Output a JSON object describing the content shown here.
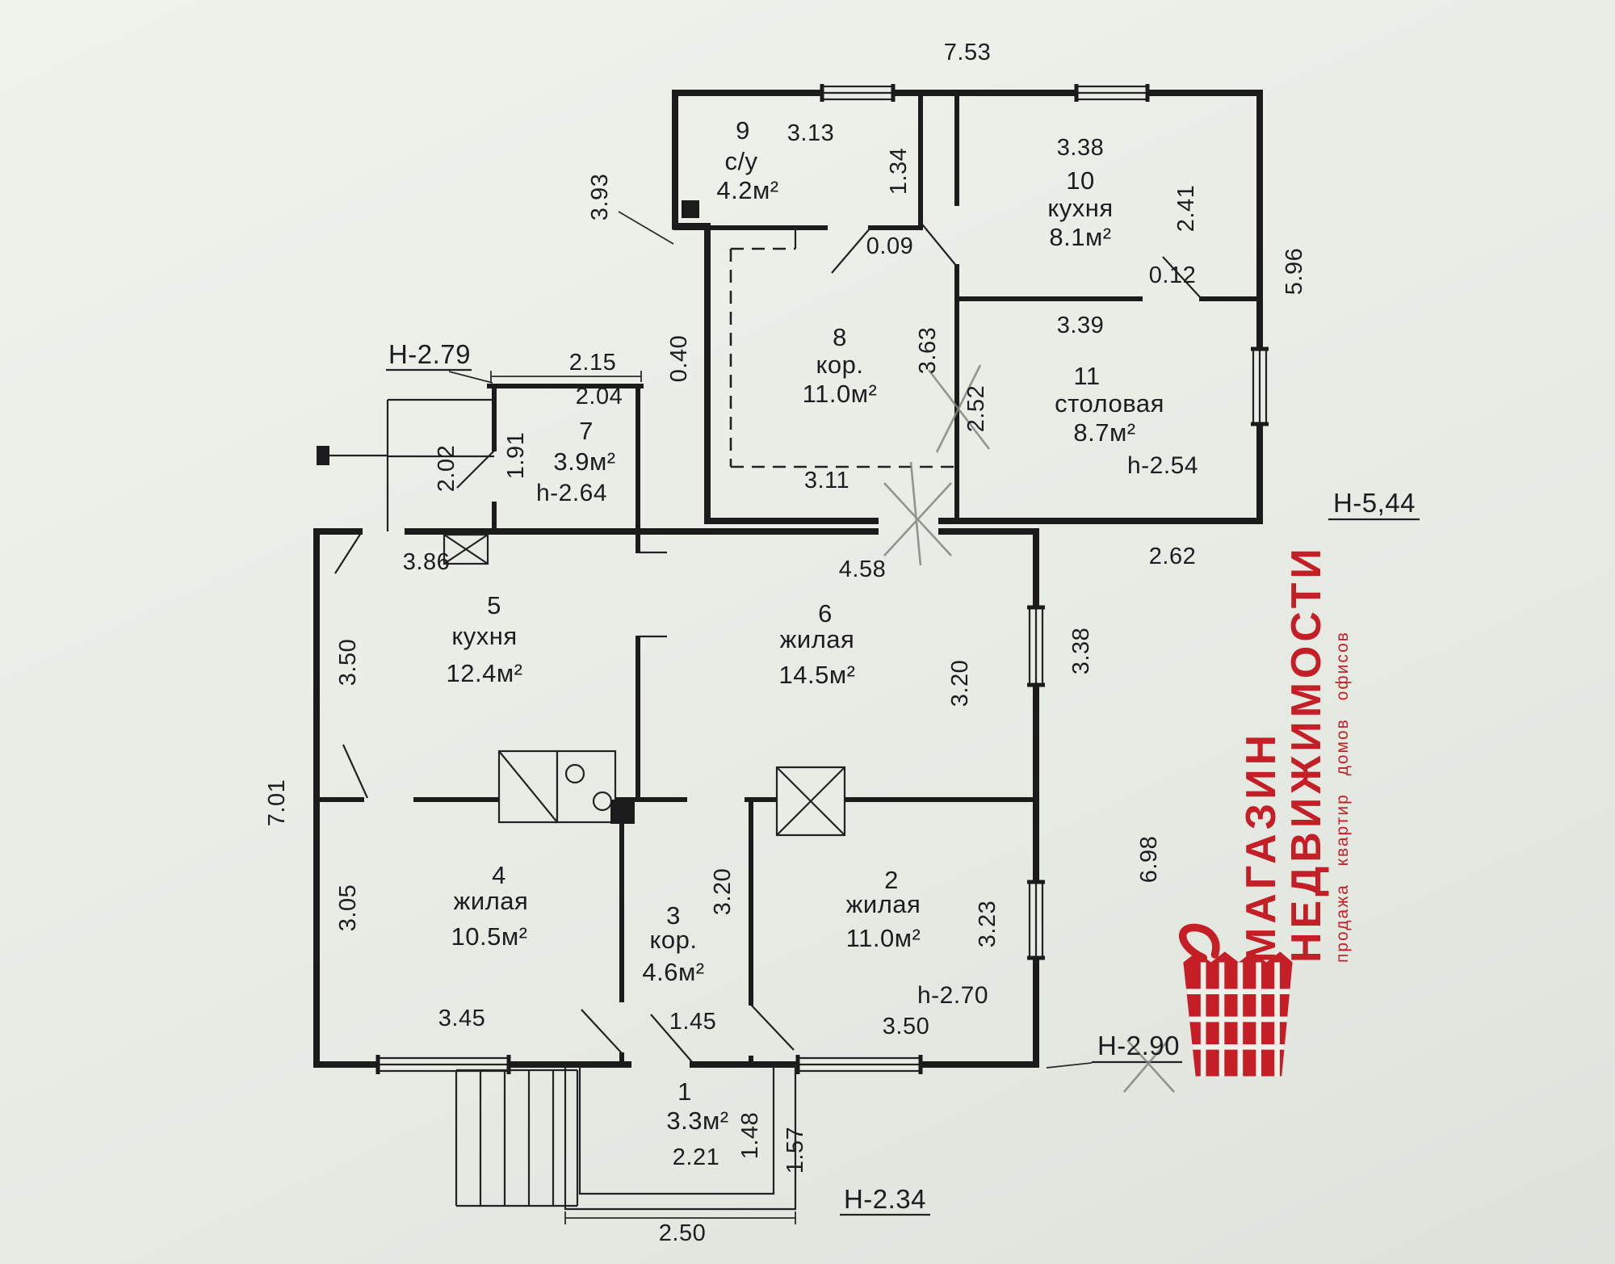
{
  "page": {
    "background": "#e9ece5",
    "ink": "#1b1b1b",
    "accent_red": "#c41f26"
  },
  "rooms": {
    "r1": {
      "number": "1",
      "area": "3.3м²"
    },
    "r2": {
      "number": "2",
      "name": "жилая",
      "area": "11.0м²",
      "height_note": "h-2.70"
    },
    "r3": {
      "number": "3",
      "name": "кор.",
      "area": "4.6м²"
    },
    "r4": {
      "number": "4",
      "name": "жилая",
      "area": "10.5м²"
    },
    "r5": {
      "number": "5",
      "name": "кухня",
      "area": "12.4м²"
    },
    "r6": {
      "number": "6",
      "name": "жилая",
      "area": "14.5м²"
    },
    "r7": {
      "number": "7",
      "area": "3.9м²",
      "height_note": "h-2.64"
    },
    "r8": {
      "number": "8",
      "name": "кор.",
      "area": "11.0м²"
    },
    "r9": {
      "number": "9",
      "name": "с/у",
      "area": "4.2м²"
    },
    "r10": {
      "number": "10",
      "name": "кухня",
      "area": "8.1м²"
    },
    "r11": {
      "number": "11",
      "name": "столовая",
      "area": "8.7м²",
      "height_note": "h-2.54"
    }
  },
  "dims": {
    "top_width": "7.53",
    "su_width": "3.13",
    "su_depth": "1.34",
    "kitchen10_width": "3.38",
    "kitchen10_depth": "2.41",
    "right_side_upper": "5.96",
    "wall_009": "0.09",
    "wall_012": "0.12",
    "dining_width": "3.39",
    "hall8_depth": "3.63",
    "dining_depth": "2.52",
    "hall8_width": "3.11",
    "offset_right": "2.62",
    "left_upper": "3.93",
    "gap_buildings": "0.40",
    "porch7_top": "2.15",
    "room7_width": "2.04",
    "porch_left": "2.02",
    "room7_depth": "1.91",
    "kitchen5_top": "3.86",
    "room6_width": "4.58",
    "kitchen5_left": "3.50",
    "room6_depth": "3.20",
    "right_wall_window": "3.38",
    "left_side_lower": "7.01",
    "room4_left": "3.05",
    "hall3_depth": "3.20",
    "room2_depth": "3.23",
    "right_side_lower": "6.98",
    "room4_width": "3.45",
    "hall3_width": "1.45",
    "room2_width": "3.50",
    "porch1_width": "2.21",
    "porch1_depth": "1.48",
    "porch1_outer_depth": "1.57",
    "porch1_outer_width": "2.50"
  },
  "height_notes": {
    "h279": "H-2.79",
    "h544": "H-5,44",
    "h290": "H-2.90",
    "h234": "H-2.34"
  },
  "logo": {
    "word1": "МАГАЗИН",
    "word2": "НЕДВИЖИМОСТИ",
    "tagline": "продажа  квартир  домов  офисов"
  }
}
